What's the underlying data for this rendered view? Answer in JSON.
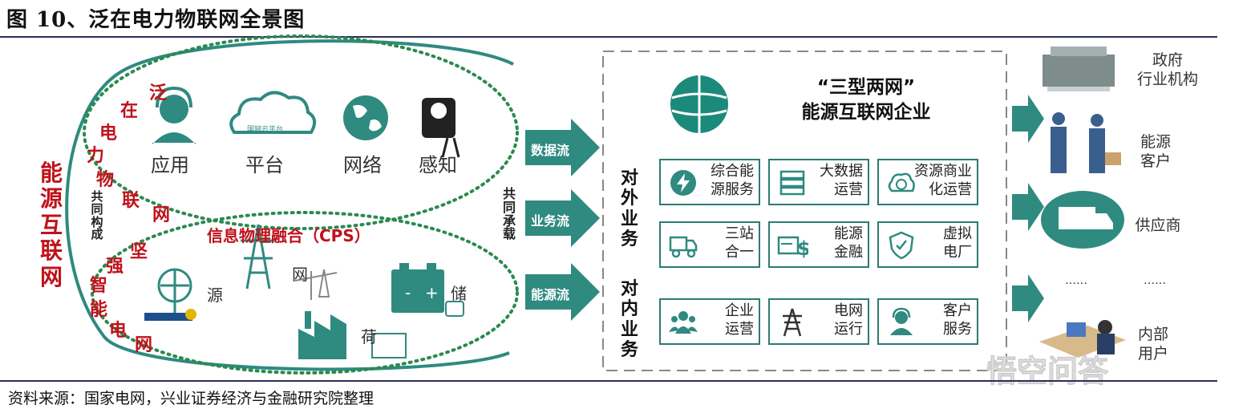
{
  "figure_title": "图 10、泛在电力物联网全景图",
  "source_note": "资料来源：国家电网，兴业证券经济与金融研究院整理",
  "left": {
    "outer_label": "能源互联网",
    "upper_ring_label": [
      "泛",
      "在",
      "电",
      "力",
      "物",
      "联",
      "网"
    ],
    "lower_ring_label": [
      "坚",
      "强",
      "智",
      "能",
      "电",
      "网"
    ],
    "jointly_built": "共同构成",
    "icons_top": [
      {
        "icon": "headset-person-icon",
        "label": "应用"
      },
      {
        "icon": "cloud-platform-icon",
        "label": "平台",
        "inner": "国网云平台"
      },
      {
        "icon": "globe-icon",
        "label": "网络"
      },
      {
        "icon": "sensor-meter-icon",
        "label": "感知"
      }
    ],
    "cps": "信息物理融合（CPS）",
    "icons_bottom": [
      {
        "icon": "wind-solar-icon",
        "label": "源"
      },
      {
        "icon": "transmission-tower-icon",
        "label": "网"
      },
      {
        "icon": "battery-icon",
        "label": "储"
      },
      {
        "icon": "factory-icon",
        "label": "荷"
      }
    ],
    "jointly_carry": "共同承载"
  },
  "flows": [
    "数据流",
    "业务流",
    "能源流"
  ],
  "enterprise": {
    "slogan_line1": "“三型两网”",
    "slogan_line2": "能源互联网企业",
    "external_business": "对外业务",
    "internal_business": "对内业务",
    "services": [
      {
        "icon": "energy-service-icon",
        "line1": "综合能",
        "line2": "源服务"
      },
      {
        "icon": "server-icon",
        "line1": "大数据",
        "line2": "运营"
      },
      {
        "icon": "cloud-sync-icon",
        "line1": "资源商业",
        "line2": "化运营"
      },
      {
        "icon": "truck-icon",
        "line1": "三站",
        "line2": "合一"
      },
      {
        "icon": "card-dollar-icon",
        "line1": "能源",
        "line2": "金融"
      },
      {
        "icon": "shield-plant-icon",
        "line1": "虚拟",
        "line2": "电厂"
      },
      {
        "icon": "team-icon",
        "line1": "企业",
        "line2": "运营"
      },
      {
        "icon": "pylon-icon",
        "line1": "电网",
        "line2": "运行"
      },
      {
        "icon": "support-agent-icon",
        "line1": "客户",
        "line2": "服务"
      }
    ]
  },
  "stakeholders": [
    {
      "icon": "government-building-icon",
      "line1": "政府",
      "line2": "行业机构"
    },
    {
      "icon": "handshake-icon",
      "line1": "能源",
      "line2": "客户"
    },
    {
      "icon": "delivery-truck-icon",
      "line1": "供应商",
      "line2": ""
    },
    {
      "icon": "ellipsis-icon",
      "line1": "……",
      "line2": "……"
    },
    {
      "icon": "office-desk-icon",
      "line1": "内部",
      "line2": "用户"
    }
  ],
  "watermark": "悟空问答",
  "colors": {
    "teal": "#2f8a80",
    "red": "#c0121b",
    "green_dots": "#2b8a4e",
    "dark": "#2d2d5a"
  }
}
